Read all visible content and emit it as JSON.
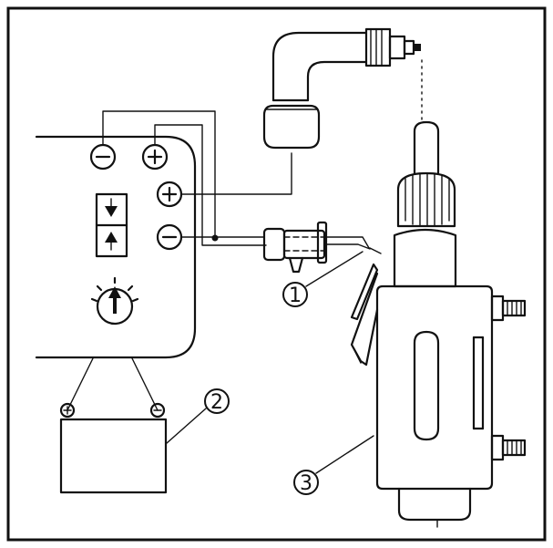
{
  "diagram": {
    "callouts": [
      {
        "id": "1",
        "label": "1"
      },
      {
        "id": "2",
        "label": "2"
      },
      {
        "id": "3",
        "label": "3"
      }
    ],
    "terminal_symbols": {
      "plus": "+",
      "minus": "−"
    },
    "battery_symbols": {
      "plus": "+",
      "minus": "−"
    },
    "colors": {
      "line": "#111111",
      "background": "#ffffff"
    }
  }
}
